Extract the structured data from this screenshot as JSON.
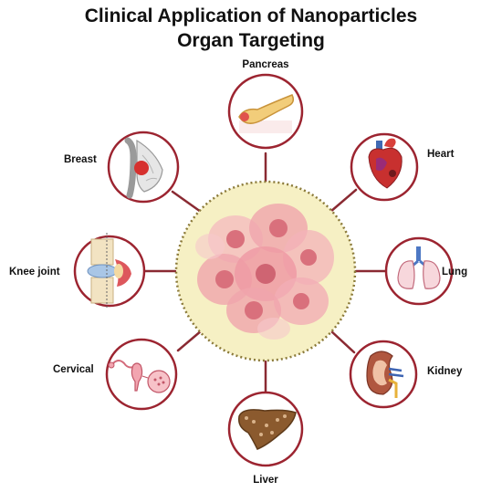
{
  "title": {
    "line1": "Clinical Application of Nanoparticles",
    "line2": "Organ Targeting"
  },
  "organs": [
    {
      "id": "pancreas",
      "label": "Pancreas",
      "icon": "pancreas-icon"
    },
    {
      "id": "heart",
      "label": "Heart",
      "icon": "heart-icon"
    },
    {
      "id": "lung",
      "label": "Lung",
      "icon": "lung-icon"
    },
    {
      "id": "kidney",
      "label": "Kidney",
      "icon": "kidney-icon"
    },
    {
      "id": "liver",
      "label": "Liver",
      "icon": "liver-icon"
    },
    {
      "id": "cervical",
      "label": "Cervical",
      "icon": "uterus-icon"
    },
    {
      "id": "knee",
      "label": "Knee joint",
      "icon": "knee-joint-icon"
    },
    {
      "id": "breast",
      "label": "Breast",
      "icon": "breast-icon"
    }
  ],
  "center": {
    "icon": "cancer-cell-cluster-icon"
  },
  "colors": {
    "ring_border": "#9c2430",
    "connector": "#8a2a32",
    "center_fill": "#f6f0c4",
    "center_border": "#8b7a3a",
    "cell_fill": "#f0a5ad",
    "cell_nucleus": "#d9707c"
  }
}
